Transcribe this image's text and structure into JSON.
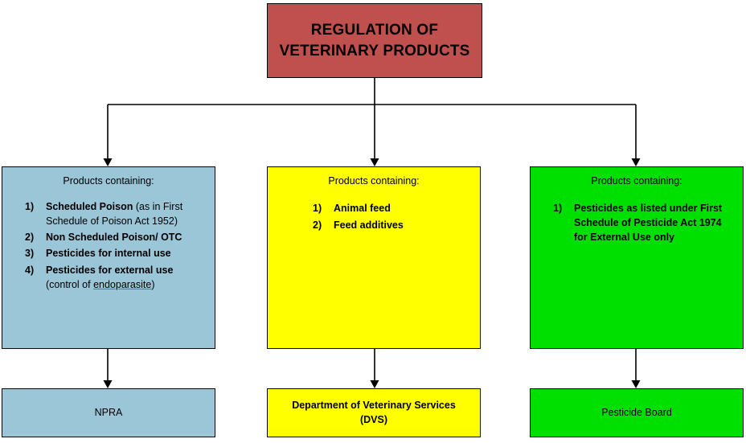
{
  "title": {
    "line1": "REGULATION OF",
    "line2": "VETERINARY PRODUCTS",
    "color": "#c0504d"
  },
  "branches": [
    {
      "id": "blue",
      "color": "#9bc6d8",
      "header": "Products containing:",
      "items": [
        {
          "num": "1)",
          "bold": "Scheduled  Poison",
          "rest": " (as in First Schedule of Poison Act 1952)"
        },
        {
          "num": "2)",
          "bold": "Non Scheduled Poison/ OTC",
          "rest": ""
        },
        {
          "num": "3)",
          "bold": "Pesticides for internal use",
          "rest": ""
        },
        {
          "num": "4)",
          "bold": "Pesticides  for  external   use",
          "rest": " (control of endoparasite)"
        }
      ],
      "agency": "NPRA"
    },
    {
      "id": "yellow",
      "color": "#ffff00",
      "header": "Products containing:",
      "items": [
        {
          "num": "1)",
          "bold": "Animal feed",
          "rest": ""
        },
        {
          "num": "2)",
          "bold": "Feed additives",
          "rest": ""
        }
      ],
      "agency_line1": "Department of Veterinary Services",
      "agency_line2": "(DVS)"
    },
    {
      "id": "green",
      "color": "#00e000",
      "header": "Products containing:",
      "items": [
        {
          "num": "1)",
          "bold": "Pesticides as listed under First Schedule of Pesticide Act 1974 for External Use only",
          "rest": ""
        }
      ],
      "agency": "Pesticide Board"
    }
  ]
}
